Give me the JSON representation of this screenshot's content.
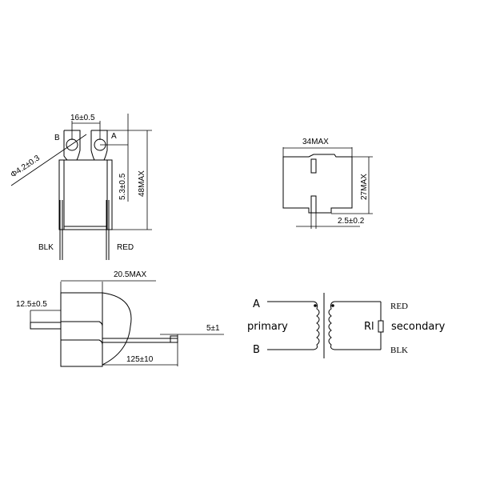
{
  "drawing": {
    "views": {
      "front": {
        "pin_labels": {
          "left": "B",
          "right": "A"
        },
        "dims": {
          "pin_spacing": "16±0.5",
          "hole_diameter": "Φ4.2±0.3",
          "hole_offset": "5.3±0.5",
          "height": "48MAX"
        },
        "wire_labels": {
          "left": "BLK",
          "right": "RED"
        }
      },
      "top": {
        "dims": {
          "width": "34MAX",
          "height": "27MAX",
          "slot": "2.5±0.2"
        }
      },
      "side": {
        "dims": {
          "depth": "20.5MAX",
          "lead": "12.5±0.5",
          "strip": "5±1",
          "wire_length": "125±10"
        }
      },
      "schematic": {
        "primary_terminals": {
          "top": "A",
          "bottom": "B"
        },
        "primary_label": "primary",
        "secondary_terminals": {
          "top": "RED",
          "bottom": "BLK"
        },
        "load_label": "Rl",
        "secondary_label": "secondary"
      }
    }
  }
}
